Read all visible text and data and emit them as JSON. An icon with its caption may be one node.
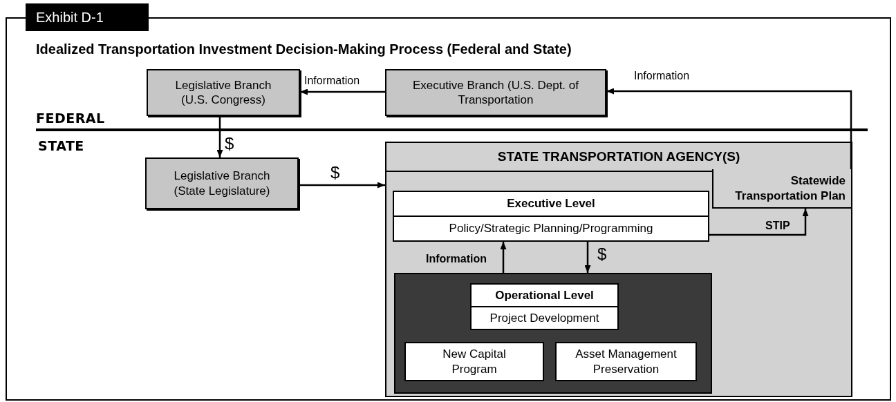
{
  "diagram": {
    "title": "Idealized Transportation Investment Decision-Making Process (Federal and State)",
    "nodes": [
      {
        "text": [
          "Legislative Branch (U.S. Congress)"
        ]
      },
      {
        "text": [
          "Executive Branch (U.S. Dept. of Transportation"
        ]
      },
      {
        "text": [
          "Legislative Branch (State Legislature)"
        ]
      },
      {
        "text": [
          "STATE TRANSPORTATION AGENCY(S)"
        ]
      },
      {
        "text": [
          "Statewide Transportation Plan"
        ],
        "in": 3
      },
      {
        "text": [
          "Executive Level",
          "Policy/Strategic Planning/Programming"
        ],
        "in": 3
      },
      {
        "text": [],
        "shape": "box",
        "in": 3
      },
      {
        "text": [
          "Operational Level",
          "Project Development"
        ],
        "in": 6
      },
      {
        "text": [
          "New Capital Program"
        ],
        "in": 6
      },
      {
        "text": [
          "Asset Management Preservation"
        ],
        "in": 6
      }
    ],
    "edges": [
      {
        "from": 1,
        "to": 0,
        "arrow": "to",
        "label": "Information"
      },
      {
        "from": 0,
        "to": 2,
        "arrow": "to",
        "label": "$"
      },
      {
        "from": 2,
        "to": 3,
        "arrow": "to",
        "label": "$"
      },
      {
        "from": 4,
        "to": 1,
        "arrow": "to",
        "label": "Information"
      },
      {
        "from": 5,
        "to": 4,
        "arrow": "to",
        "label": "STIP"
      },
      {
        "from": 6,
        "to": 5,
        "arrow": "to",
        "label": "Information"
      },
      {
        "from": 5,
        "to": 6,
        "arrow": "to",
        "label": "$"
      }
    ],
    "labels": [
      "Exhibit D-1",
      "FEDERAL",
      "STATE"
    ]
  }
}
